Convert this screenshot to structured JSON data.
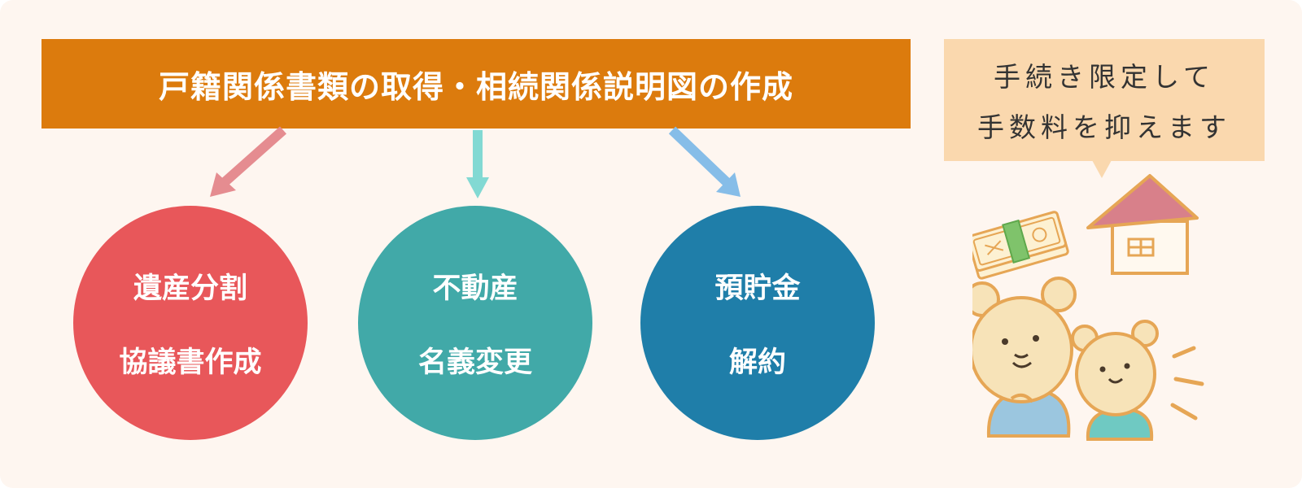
{
  "banner": {
    "title": "戸籍関係書類の取得・相続関係説明図の作成"
  },
  "circles": [
    {
      "lines": [
        "遺産分割",
        "協議書作成"
      ],
      "color": "#e8575a"
    },
    {
      "lines": [
        "不動産",
        "名義変更"
      ],
      "color": "#41a9a8"
    },
    {
      "lines": [
        "預貯金",
        "解約"
      ],
      "color": "#1f7ea9"
    }
  ],
  "arrows": [
    {
      "color": "#e58c90"
    },
    {
      "color": "#82d9d3"
    },
    {
      "color": "#86bde8"
    }
  ],
  "bubble": {
    "lines": [
      "手続き限定して",
      "手数料を抑えます"
    ]
  },
  "colors": {
    "background": "#fef6f0",
    "banner": "#dc7b0d",
    "bubble": "#fad8ae"
  },
  "icons": [
    "money-bundle-icon",
    "house-icon",
    "bear-parent-icon",
    "bear-child-icon"
  ]
}
